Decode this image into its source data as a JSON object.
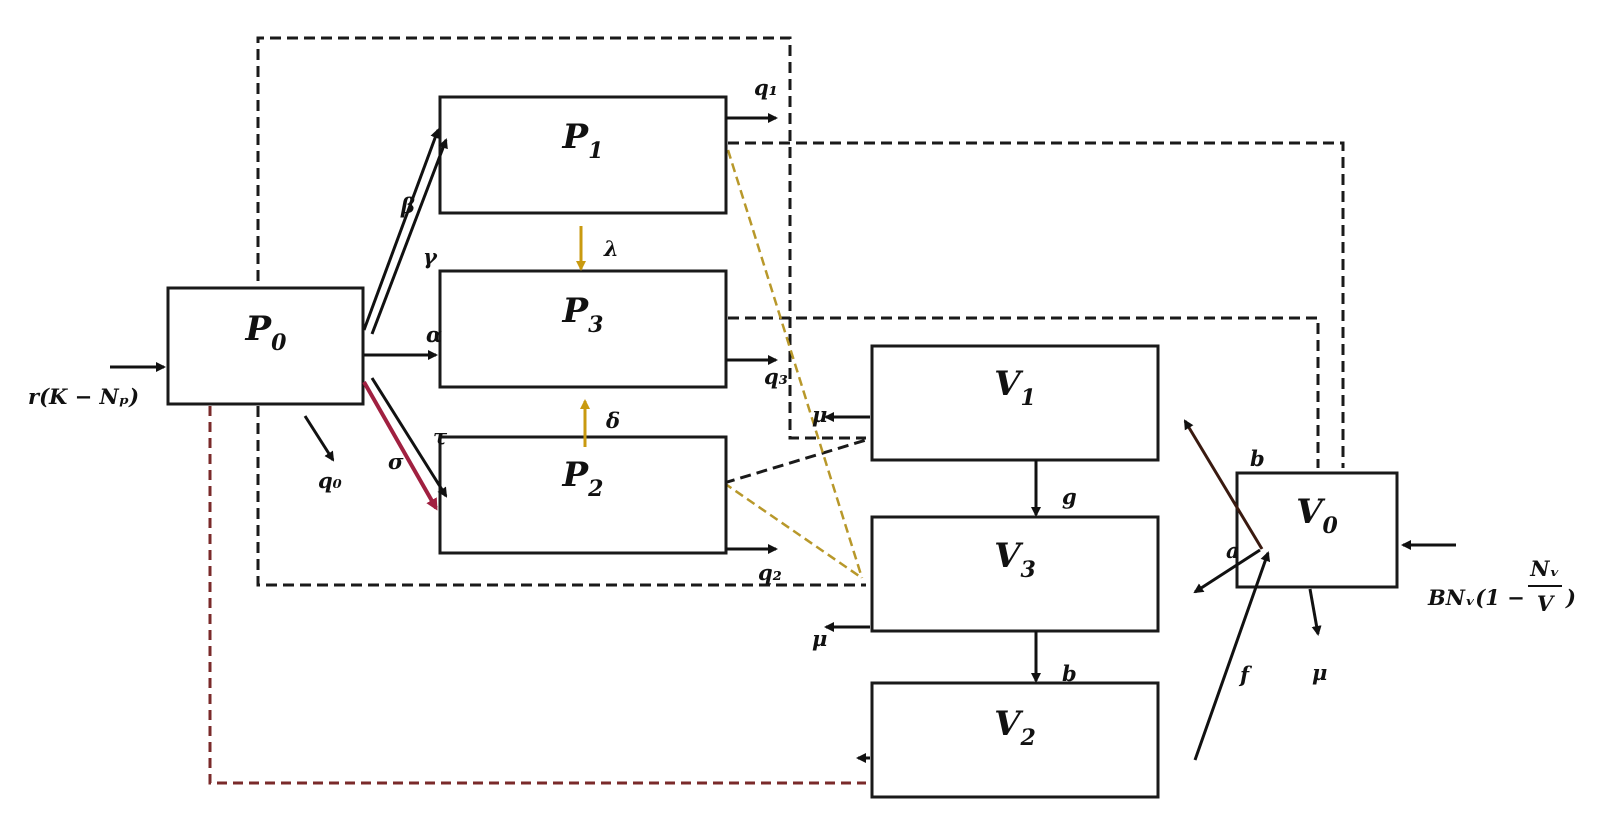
{
  "compartments": {
    "p0": {
      "main": "P",
      "sub": "0"
    },
    "p1": {
      "main": "P",
      "sub": "1"
    },
    "p2": {
      "main": "P",
      "sub": "2"
    },
    "p3": {
      "main": "P",
      "sub": "3"
    },
    "v0": {
      "main": "V",
      "sub": "0"
    },
    "v1": {
      "main": "V",
      "sub": "1"
    },
    "v2": {
      "main": "V",
      "sub": "2"
    },
    "v3": {
      "main": "V",
      "sub": "3"
    }
  },
  "rates": {
    "beta": "β",
    "gamma": "γ",
    "alpha": "α",
    "tau": "τ",
    "sigma": "σ",
    "lambda": "λ",
    "delta": "δ",
    "q0": "q₀",
    "q1": "q₁",
    "q2": "q₂",
    "q3": "q₃",
    "mu_v1": "μ",
    "mu_v3": "μ",
    "mu_v0": "μ",
    "g": "g",
    "b_v3_v2": "b",
    "b_v0_v1": "b",
    "a": "a",
    "f": "f"
  },
  "inflows": {
    "plant": "r(K − Nₚ)",
    "vector_prefix": "BNᵥ(1 −",
    "vector_num": "Nᵥ",
    "vector_den": "V",
    "vector_suffix": ")"
  }
}
